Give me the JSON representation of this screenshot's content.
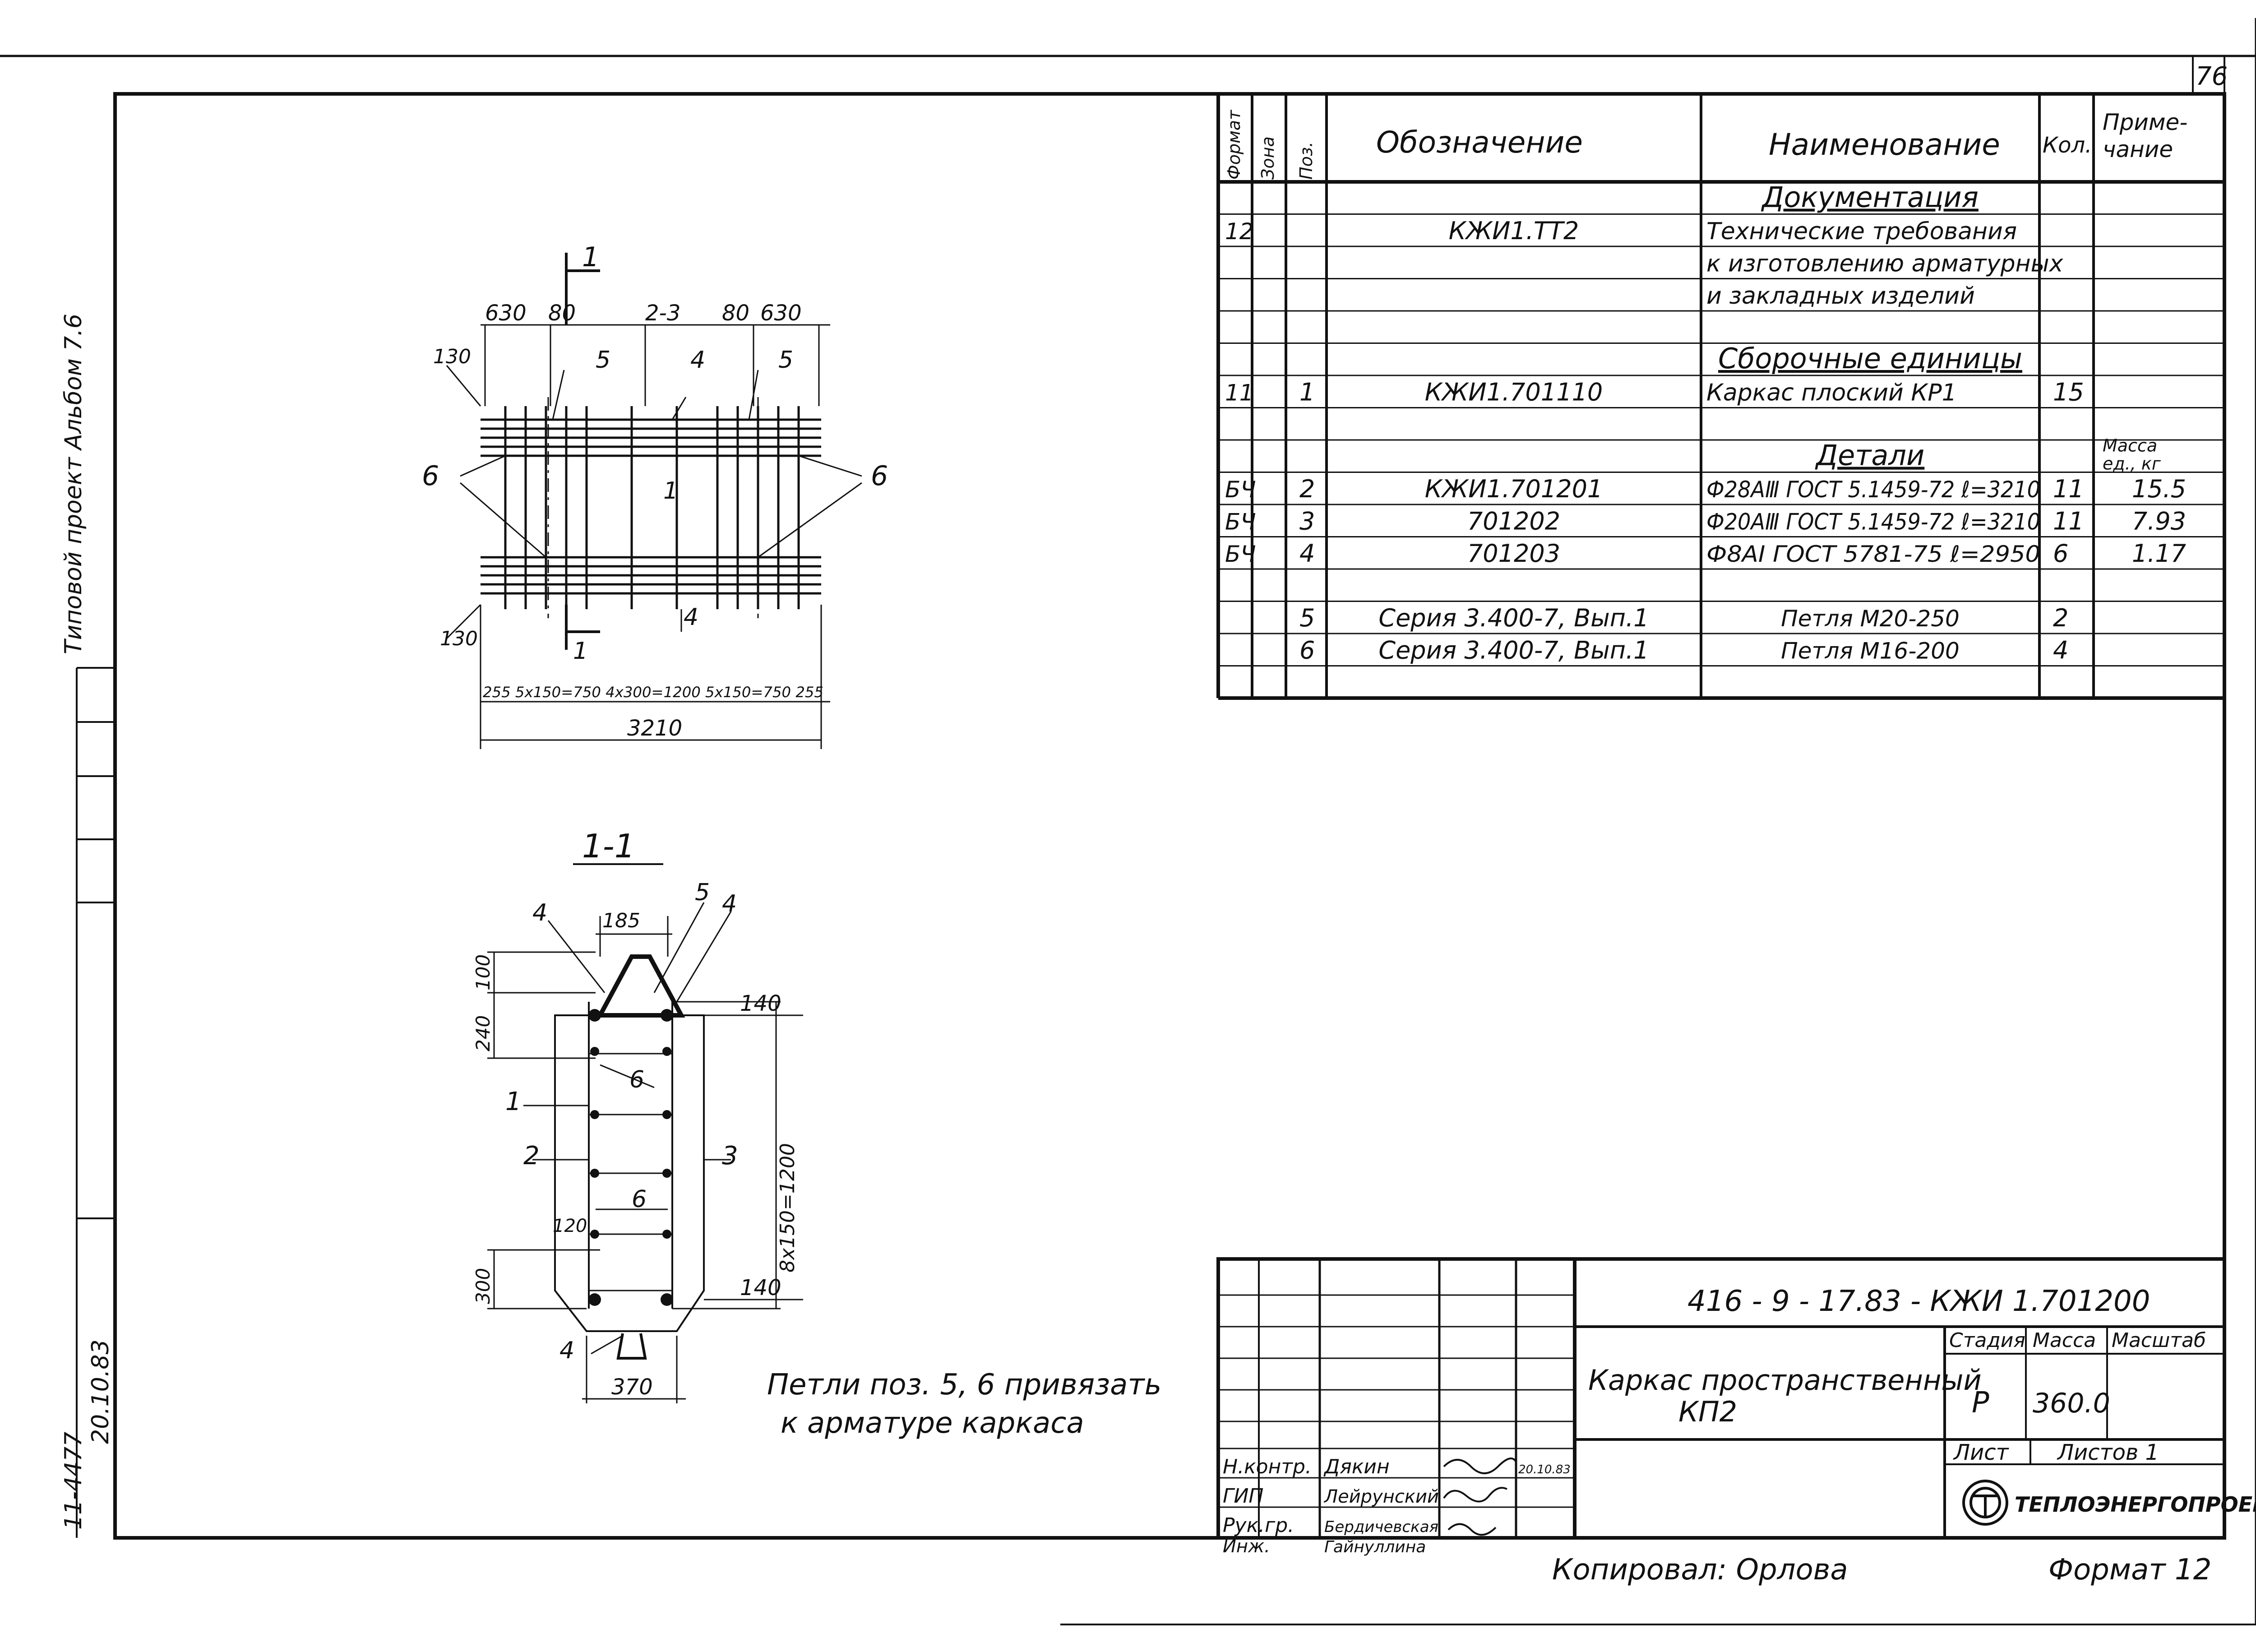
{
  "sheet_number": "76",
  "spec_table": {
    "headers": {
      "format": "Формат",
      "zone": "Зона",
      "pos": "Поз.",
      "designation": "Обозначение",
      "name": "Наименование",
      "qty": "Кол.",
      "note": "Приме-чание"
    },
    "rows": [
      {
        "format": "",
        "pos": "",
        "designation": "",
        "name": "Документация",
        "qty": "",
        "note": "",
        "section": true
      },
      {
        "format": "12",
        "pos": "",
        "designation": "КЖИ1.ТТ2",
        "name": "Технические требования",
        "qty": "",
        "note": ""
      },
      {
        "format": "",
        "pos": "",
        "designation": "",
        "name": "к изготовлению арматурных",
        "qty": "",
        "note": ""
      },
      {
        "format": "",
        "pos": "",
        "designation": "",
        "name": "и закладных изделий",
        "qty": "",
        "note": ""
      },
      {
        "format": "",
        "pos": "",
        "designation": "",
        "name": "",
        "qty": "",
        "note": ""
      },
      {
        "format": "",
        "pos": "",
        "designation": "",
        "name": "Сборочные единицы",
        "qty": "",
        "note": "",
        "section": true
      },
      {
        "format": "11",
        "pos": "1",
        "designation": "КЖИ1.701110",
        "name": "Каркас плоский КР1",
        "qty": "15",
        "note": ""
      },
      {
        "format": "",
        "pos": "",
        "designation": "",
        "name": "",
        "qty": "",
        "note": ""
      },
      {
        "format": "",
        "pos": "",
        "designation": "",
        "name": "Детали",
        "qty": "",
        "note": "Масса ед., кг",
        "section": true
      },
      {
        "format": "БЧ",
        "pos": "2",
        "designation": "КЖИ1.701201",
        "name": "Ф28АⅢ ГОСТ 5.1459-72 ℓ=3210",
        "qty": "11",
        "note": "15.5"
      },
      {
        "format": "БЧ",
        "pos": "3",
        "designation": "701202",
        "name": "Ф20АⅢ ГОСТ 5.1459-72 ℓ=3210",
        "qty": "11",
        "note": "7.93"
      },
      {
        "format": "БЧ",
        "pos": "4",
        "designation": "701203",
        "name": "Ф8АⅠ ГОСТ 5781-75 ℓ=2950",
        "qty": "6",
        "note": "1.17"
      },
      {
        "format": "",
        "pos": "",
        "designation": "",
        "name": "",
        "qty": "",
        "note": ""
      },
      {
        "format": "",
        "pos": "5",
        "designation": "Серия 3.400-7, Вып.1",
        "name": "Петля М20-250",
        "qty": "2",
        "note": ""
      },
      {
        "format": "",
        "pos": "6",
        "designation": "Серия 3.400-7, Вып.1",
        "name": "Петля М16-200",
        "qty": "4",
        "note": ""
      },
      {
        "format": "",
        "pos": "",
        "designation": "",
        "name": "",
        "qty": "",
        "note": ""
      }
    ]
  },
  "plan_view": {
    "section_mark": "1",
    "dims_top": [
      "630",
      "80",
      "2-3",
      "80",
      "630"
    ],
    "dim_130_top": "130",
    "dim_130_bottom": "130",
    "dim_chain": "255 5x150=750  4x300=1200 5x150=750 255",
    "overall": "3210",
    "callouts": {
      "p1": "1",
      "p4": "4",
      "p5": "5",
      "p6": "6"
    }
  },
  "section_view": {
    "title": "1-1",
    "dims": {
      "top": "185",
      "left_top": "100",
      "left_mid": "240",
      "right_top": "140",
      "right_bottom": "140",
      "height": "8x150=1200",
      "inner": "120",
      "bottom_left": "300",
      "width": "370"
    },
    "callouts": {
      "p1": "1",
      "p2": "2",
      "p3": "3",
      "p4": "4",
      "p5": "5",
      "p6": "6"
    }
  },
  "note_text": [
    "Петли поз. 5, 6 привязать",
    "к арматуре каркаса"
  ],
  "title_block": {
    "drawing_code": "416 - 9 - 17.83 - КЖИ 1.701200",
    "title_lines": [
      "Каркас пространственный",
      "КП2"
    ],
    "stage_label": "Стадия",
    "mass_label": "Масса",
    "scale_label": "Масштаб",
    "stage": "Р",
    "mass": "360.0",
    "scale": "",
    "sheet_label": "Лист",
    "sheets_label": "Листов 1",
    "org": "ТЕПЛОЭНЕРГОПРОЕКТ",
    "staff": [
      {
        "role": "Н.контр.",
        "name": "Дякин",
        "date": "20.10.83"
      },
      {
        "role": "ГИП",
        "name": "Лейрунский",
        "date": ""
      },
      {
        "role": "Рук.гр.",
        "name": "Бердичевская",
        "date": ""
      },
      {
        "role": "Инж.",
        "name": "Гайнуллина",
        "date": ""
      }
    ]
  },
  "copied_by": "Копировал: Орлова",
  "format": "Формат 12",
  "left_margin": {
    "top_text": "Типовой проект    Альбом 7.6",
    "stamp_text": "11-4477",
    "stamp_date": "20.10.83"
  }
}
